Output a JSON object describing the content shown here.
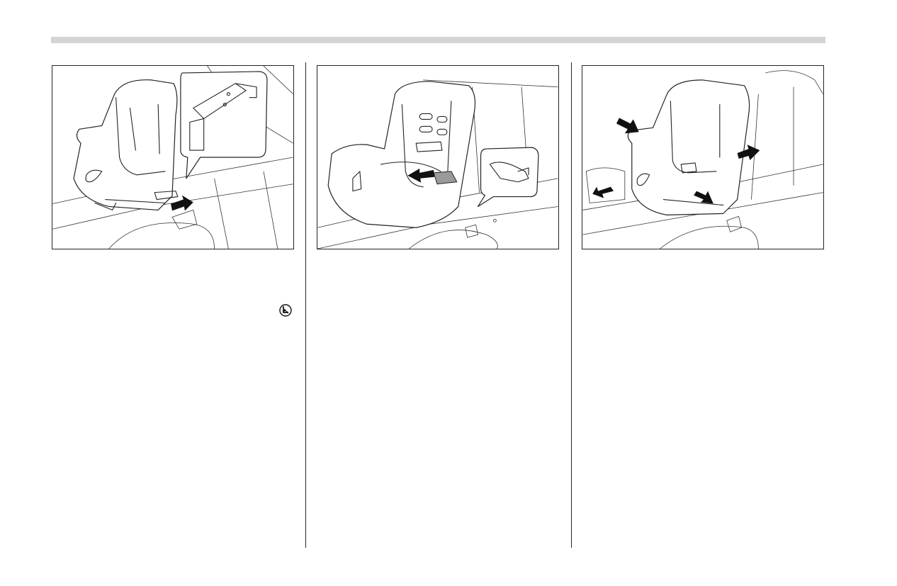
{
  "page": {
    "figures": [
      {
        "name": "isofix-attachment-figure",
        "icon": "isofix-connector-illustration"
      },
      {
        "name": "child-seat-push-figure",
        "icon": "child-seat-illustration"
      },
      {
        "name": "child-seat-check-figure",
        "icon": "child-seat-illustration"
      }
    ],
    "icons": {
      "isofix": "child-seat-symbol-icon"
    },
    "colors": {
      "rule": "#d4d4d4",
      "ink": "#222222",
      "arrow": "#111111",
      "arrow_grey": "#9a9a9a"
    }
  }
}
